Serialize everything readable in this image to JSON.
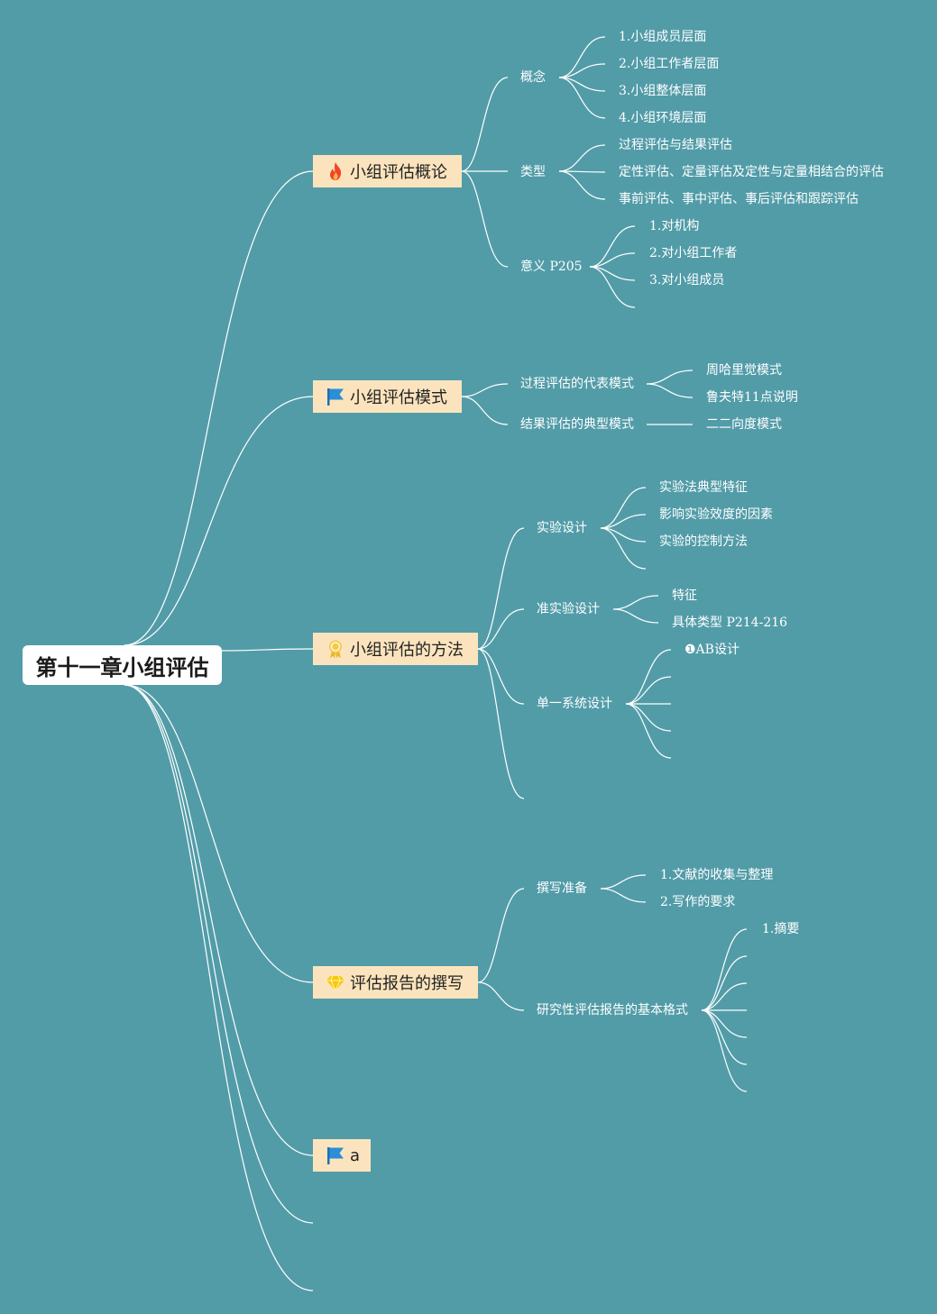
{
  "root": {
    "label": "第十一章小组评估"
  },
  "topics": [
    {
      "label": "小组评估概论",
      "icon": "fire-icon",
      "icon_color": "#f0452a"
    },
    {
      "label": "小组评估模式",
      "icon": "flag-icon",
      "icon_color": "#2b8ed6"
    },
    {
      "label": "小组评估的方法",
      "icon": "award-ribbon-icon",
      "icon_color": "#f0b429"
    },
    {
      "label": "评估报告的撰写",
      "icon": "diamond-icon",
      "icon_color": "#f6c90e"
    },
    {
      "label": "a",
      "icon": "flag-icon",
      "icon_color": "#2b8ed6"
    }
  ],
  "t1": {
    "concept": {
      "label": "概念",
      "items": [
        "1.小组成员层面",
        "2.小组工作者层面",
        "3.小组整体层面",
        "4.小组环境层面"
      ]
    },
    "types": {
      "label": "类型",
      "items": [
        "过程评估与结果评估",
        "定性评估、定量评估及定性与定量相结合的评估",
        "事前评估、事中评估、事后评估和跟踪评估"
      ]
    },
    "meaning": {
      "label": "意义 P205",
      "items": [
        "1.对机构",
        "2.对小组工作者",
        "3.对小组成员"
      ]
    }
  },
  "t2": {
    "process": {
      "label": "过程评估的代表模式",
      "items": [
        "周哈里觉模式",
        "鲁夫特11点说明"
      ]
    },
    "result": {
      "label": "结果评估的典型模式",
      "items": [
        "二二向度模式"
      ]
    }
  },
  "t3": {
    "experiment": {
      "label": "实验设计",
      "items": [
        "实验法典型特征",
        "影响实验效度的因素",
        "实验的控制方法"
      ]
    },
    "quasi": {
      "label": "准实验设计",
      "items": [
        "特征",
        "具体类型 P214-216"
      ]
    },
    "single": {
      "label": "单一系统设计",
      "items": [
        "❶AB设计"
      ]
    }
  },
  "t4": {
    "prep": {
      "label": "撰写准备",
      "items": [
        "1.文献的收集与整理",
        "2.写作的要求"
      ]
    },
    "format": {
      "label": "研究性评估报告的基本格式",
      "items": [
        "1.摘要"
      ]
    }
  },
  "colors": {
    "background": "#529ca8",
    "topic_fill": "#fbe4bd",
    "line": "#ffffff"
  }
}
